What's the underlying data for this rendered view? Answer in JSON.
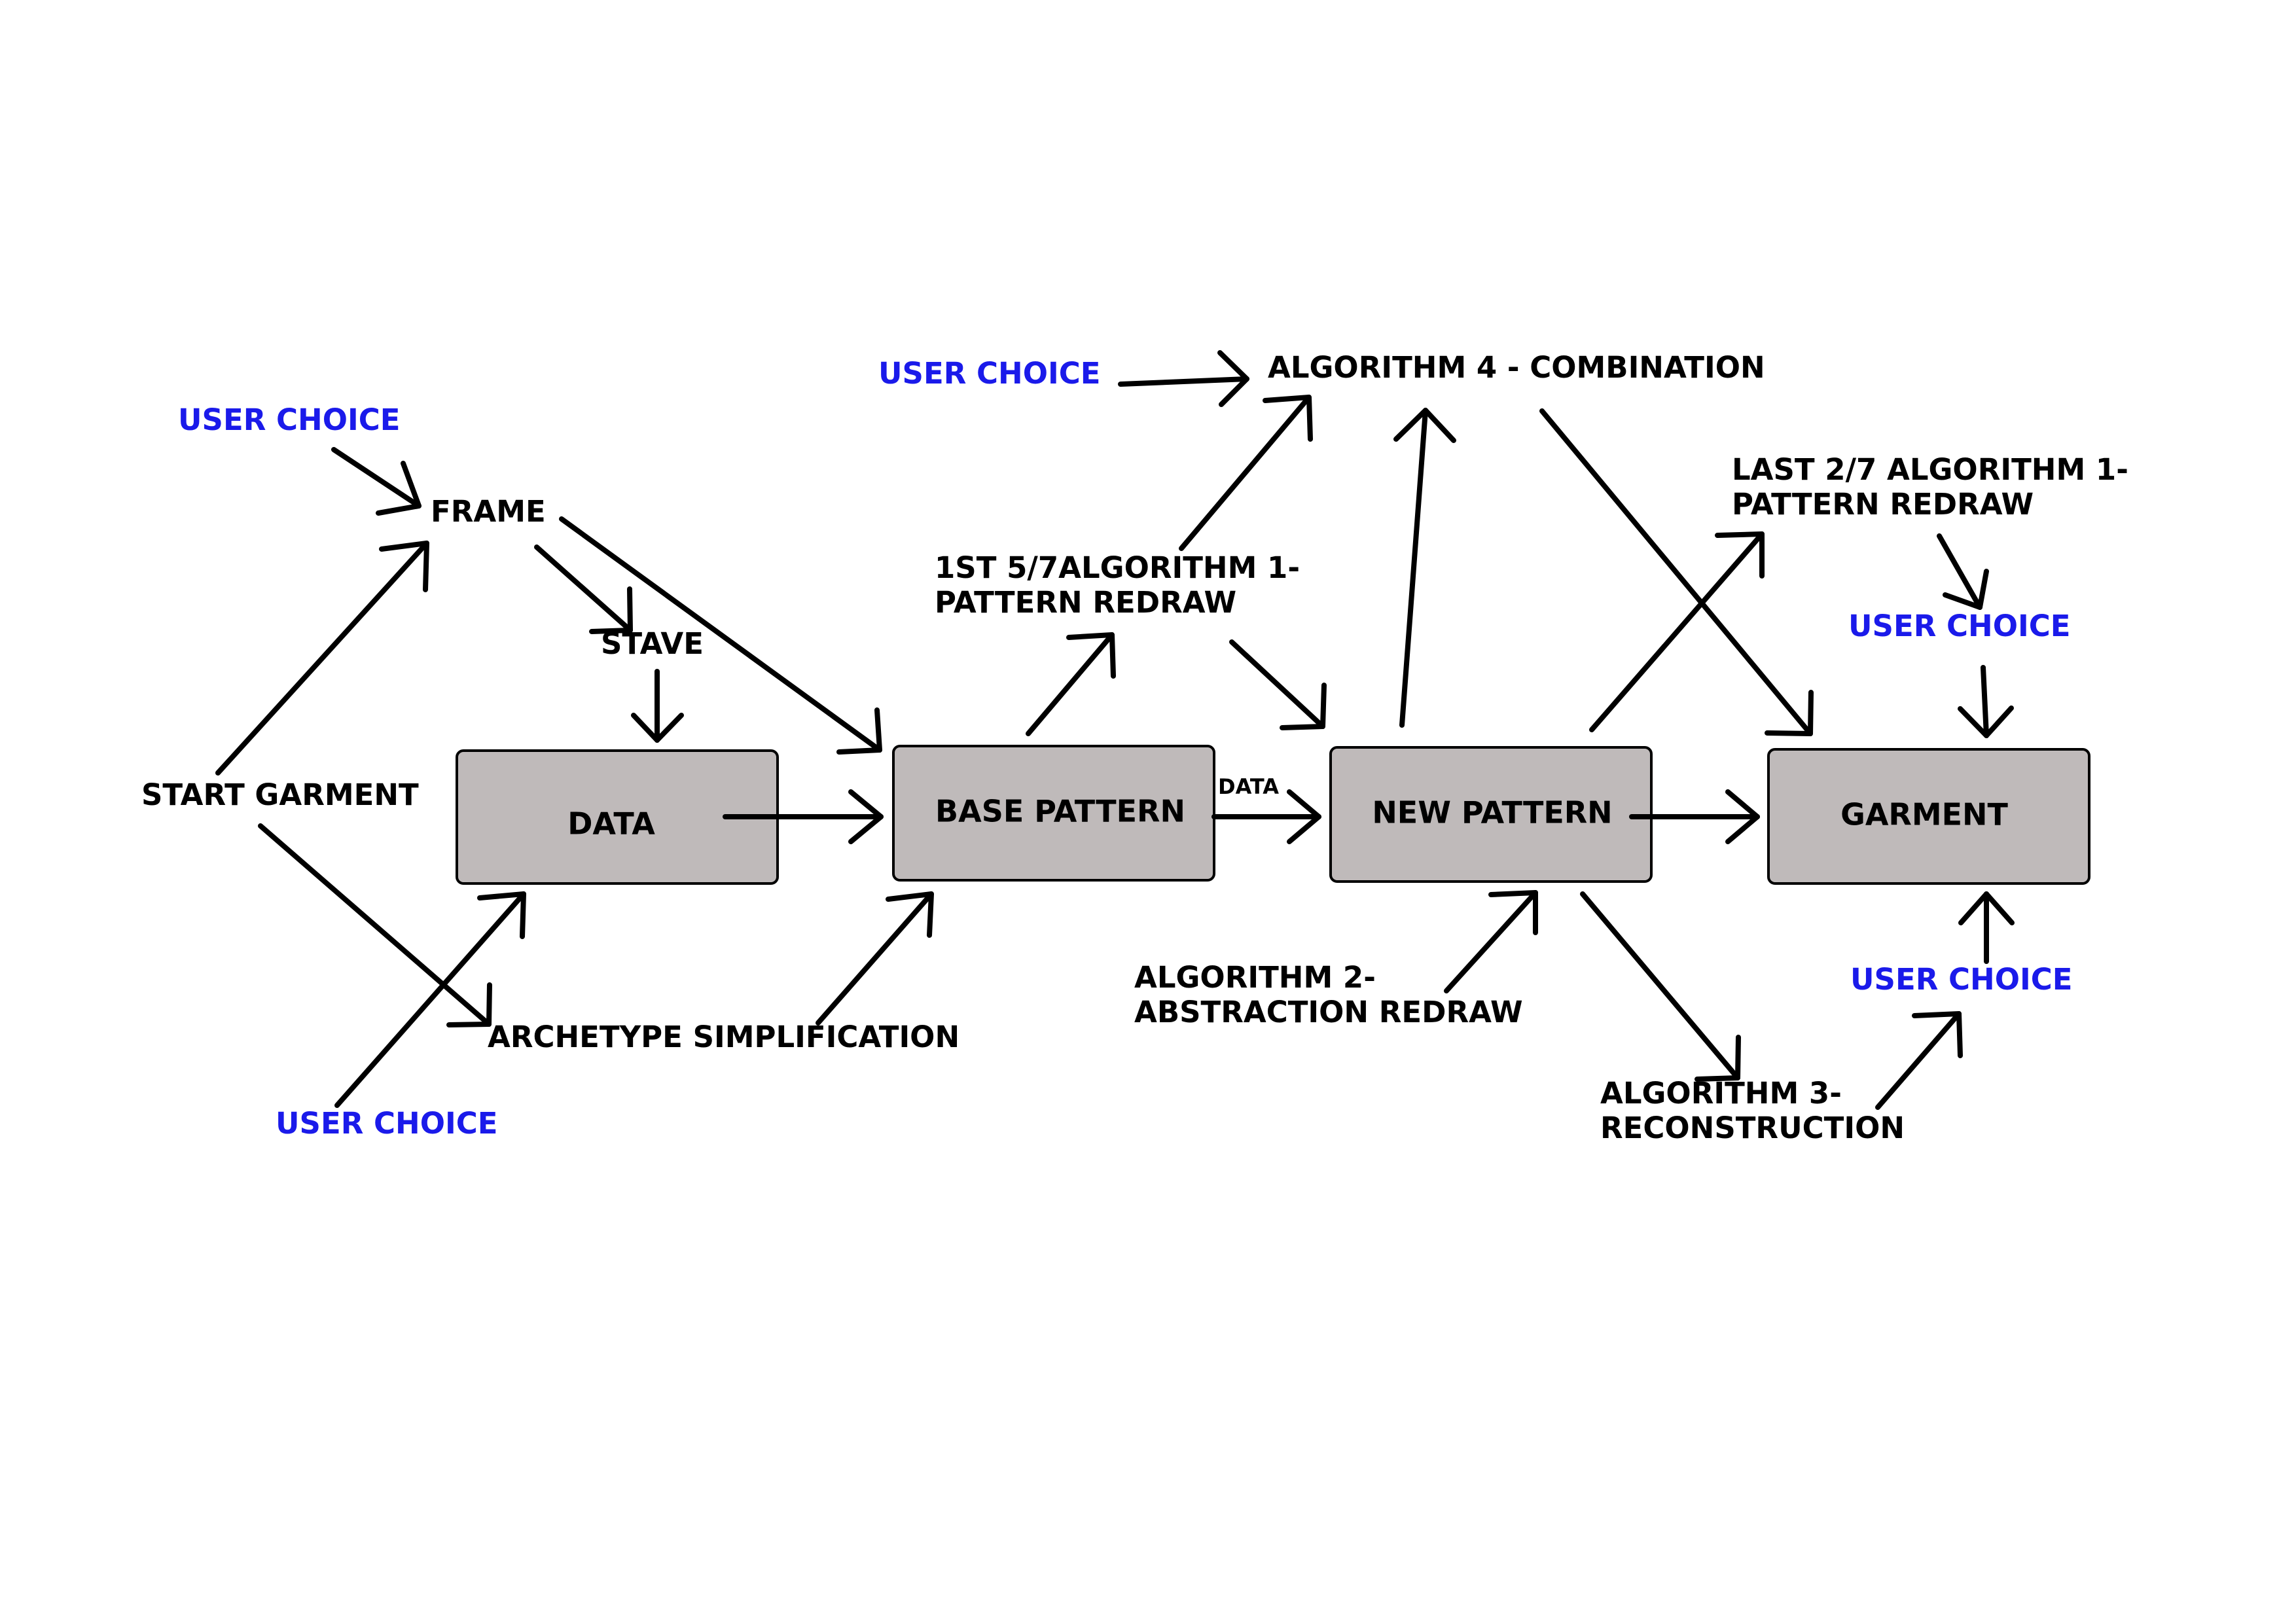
{
  "nodes": {
    "data_box": "DATA",
    "base_pattern_box": "BASE PATTERN",
    "new_pattern_box": "NEW PATTERN",
    "garment_box": "GARMENT"
  },
  "labels": {
    "start_garment": "START GARMENT",
    "frame": "FRAME",
    "stave": "STAVE",
    "archetype_simplification": "ARCHETYPE SIMPLIFICATION",
    "first_algorithm_1_line1": "1ST 5/7ALGORITHM 1-",
    "first_algorithm_1_line2": "PATTERN REDRAW",
    "algorithm_4": "ALGORITHM 4 - COMBINATION",
    "last_algorithm_1_line1": "LAST 2/7 ALGORITHM 1-",
    "last_algorithm_1_line2": "PATTERN REDRAW",
    "algorithm_2_line1": "ALGORITHM 2-",
    "algorithm_2_line2": "ABSTRACTION REDRAW",
    "algorithm_3_line1": "ALGORITHM 3-",
    "algorithm_3_line2": "RECONSTRUCTION",
    "data_edge": "DATA"
  },
  "user_choice": {
    "frame": "USER CHOICE",
    "data": "USER CHOICE",
    "algorithm_4": "USER CHOICE",
    "garment_top": "USER CHOICE",
    "garment_bottom": "USER CHOICE"
  },
  "colors": {
    "box_fill": "#bfbaba",
    "line": "#000000",
    "user_choice_text": "#1a1aea"
  }
}
